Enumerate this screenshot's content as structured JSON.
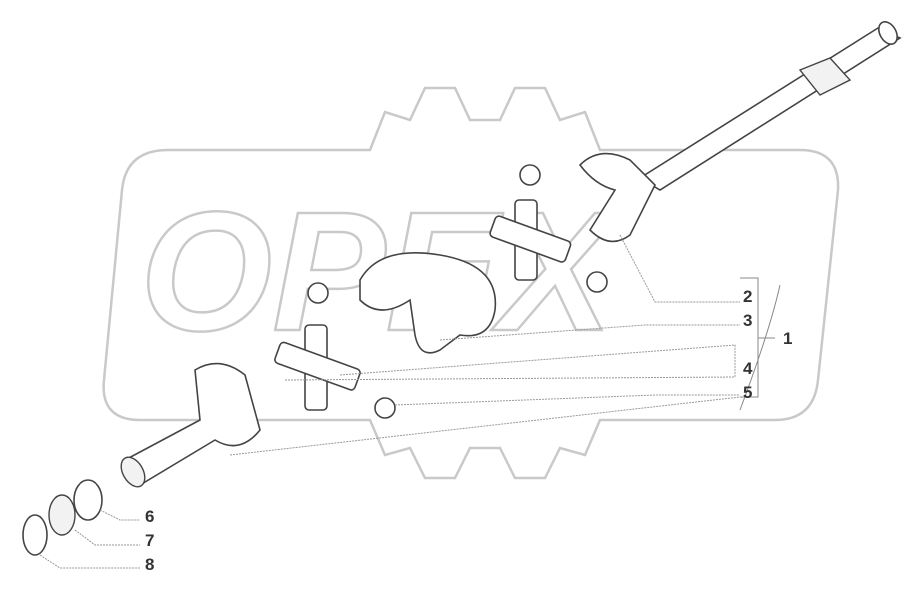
{
  "watermark": {
    "text": "OPEX",
    "color": "#c9c9c9"
  },
  "callouts": [
    {
      "id": "1",
      "label": "1"
    },
    {
      "id": "2",
      "label": "2"
    },
    {
      "id": "3",
      "label": "3"
    },
    {
      "id": "4",
      "label": "4"
    },
    {
      "id": "5",
      "label": "5"
    },
    {
      "id": "6",
      "label": "6"
    },
    {
      "id": "7",
      "label": "7"
    },
    {
      "id": "8",
      "label": "8"
    }
  ],
  "colors": {
    "line": "#444444",
    "leader": "#999999",
    "label": "#333333"
  }
}
